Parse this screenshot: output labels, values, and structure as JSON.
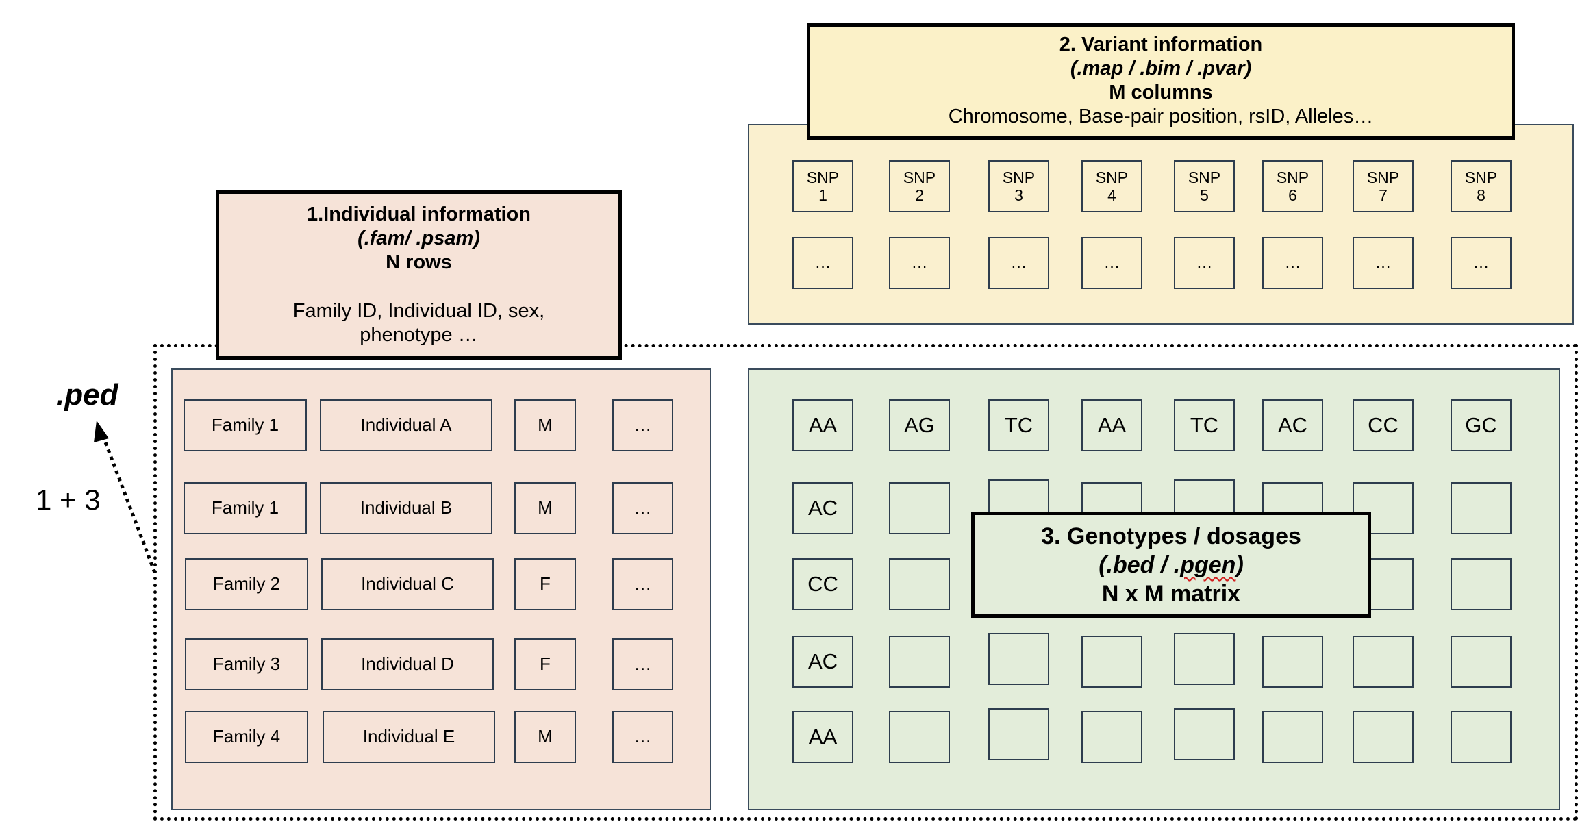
{
  "colors": {
    "individual_panel": "#f6e3d8",
    "variant_panel": "#faf0cf",
    "genotype_panel": "#e3edda",
    "individual_label": "#f6e3d8",
    "variant_label": "#fbf1c8",
    "genotype_label": "#e3edda",
    "border": "#2e3d4e"
  },
  "ped_label": ".ped",
  "ped_formula": "1 + 3",
  "individual_box": {
    "title": "1.Individual information",
    "formats": "(.fam/ .psam)",
    "dimension": "N rows",
    "fields_line1": "Family ID, Individual ID,  sex,",
    "fields_line2": "phenotype …"
  },
  "variant_box": {
    "title": "2. Variant information",
    "formats": "(.map / .bim / .pvar)",
    "dimension": "M columns",
    "fields": "Chromosome, Base-pair position, rsID, Alleles…"
  },
  "genotype_box": {
    "title": "3. Genotypes / dosages",
    "formats_prefix": "(.bed / .",
    "formats_misspelled": "pgen",
    "formats_suffix": ")",
    "dimension": "N x M matrix"
  },
  "snps": [
    {
      "line1": "SNP",
      "line2": "1"
    },
    {
      "line1": "SNP",
      "line2": "2"
    },
    {
      "line1": "SNP",
      "line2": "3"
    },
    {
      "line1": "SNP",
      "line2": "4"
    },
    {
      "line1": "SNP",
      "line2": "5"
    },
    {
      "line1": "SNP",
      "line2": "6"
    },
    {
      "line1": "SNP",
      "line2": "7"
    },
    {
      "line1": "SNP",
      "line2": "8"
    }
  ],
  "snp_more": [
    "…",
    "…",
    "…",
    "…",
    "…",
    "…",
    "…",
    "…"
  ],
  "individuals": [
    {
      "family": "Family 1",
      "individual": "Individual A",
      "sex": "M",
      "more": "…"
    },
    {
      "family": "Family 1",
      "individual": "Individual B",
      "sex": "M",
      "more": "…"
    },
    {
      "family": "Family 2",
      "individual": "Individual C",
      "sex": "F",
      "more": "…"
    },
    {
      "family": "Family 3",
      "individual": "Individual D",
      "sex": "F",
      "more": "…"
    },
    {
      "family": "Family 4",
      "individual": "Individual E",
      "sex": "M",
      "more": "…"
    }
  ],
  "genotype_row1": [
    "AA",
    "AG",
    "TC",
    "AA",
    "TC",
    "AC",
    "CC",
    "GC"
  ],
  "genotype_col1": [
    "AA",
    "AC",
    "CC",
    "AC",
    "AA"
  ]
}
